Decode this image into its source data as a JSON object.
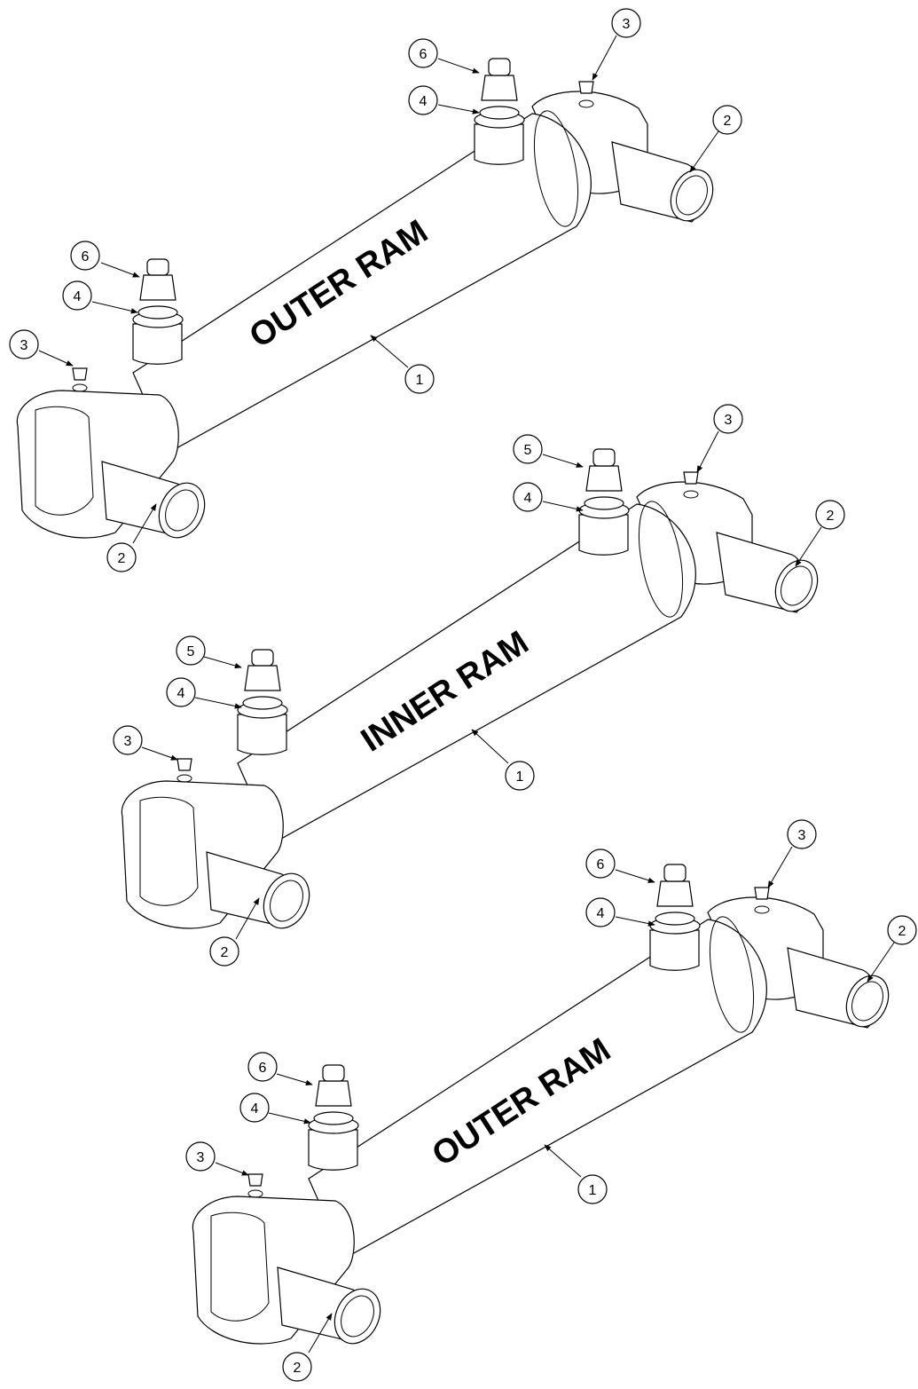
{
  "assemblies": [
    {
      "label": "OUTER RAM",
      "callouts": {
        "port_fitting": "6",
        "port_washer": "4",
        "grease": "3",
        "pin": "2",
        "body": "1"
      }
    },
    {
      "label": "INNER RAM",
      "callouts": {
        "port_fitting": "5",
        "port_washer": "4",
        "grease": "3",
        "pin": "2",
        "body": "1"
      }
    },
    {
      "label": "OUTER RAM",
      "callouts": {
        "port_fitting": "6",
        "port_washer": "4",
        "grease": "3",
        "pin": "2",
        "body": "1"
      }
    }
  ]
}
